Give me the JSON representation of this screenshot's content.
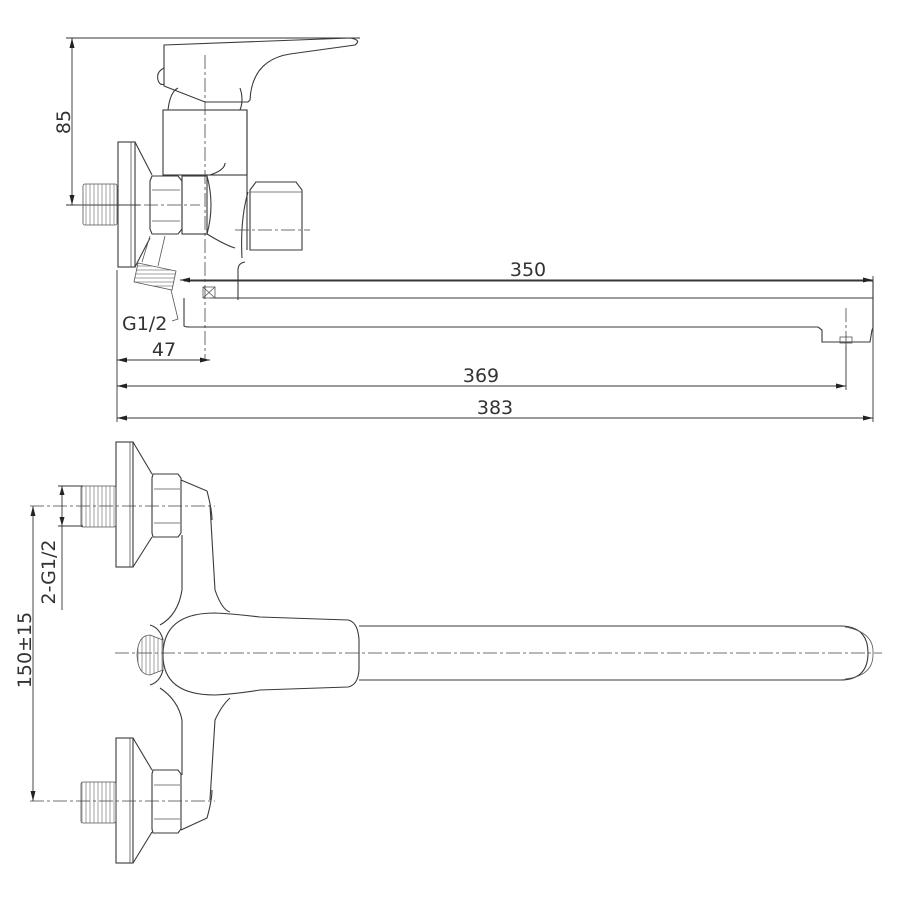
{
  "drawing": {
    "title": "Bath/shower mixer dimensional drawing",
    "views": [
      "side-view",
      "top-view"
    ],
    "line_color": "#3a3a3a",
    "background": "#ffffff"
  },
  "side_view": {
    "dimensions": {
      "height_to_inlet": "85",
      "spout_reach": "350",
      "wall_to_outlet": "369",
      "overall_length": "383",
      "wall_to_spout_axis": "47"
    },
    "labels": {
      "outlet_thread": "G1/2"
    }
  },
  "top_view": {
    "dimensions": {
      "inlet_spacing": "150±15"
    },
    "labels": {
      "inlet_threads": "2-G1/2"
    }
  }
}
